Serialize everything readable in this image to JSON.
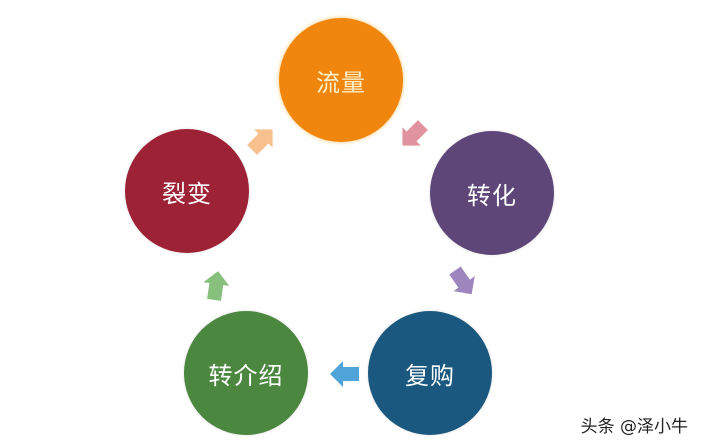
{
  "diagram": {
    "type": "cycle",
    "nodes": [
      {
        "id": "traffic",
        "label": "流量",
        "color": "#F0860E"
      },
      {
        "id": "conversion",
        "label": "转化",
        "color": "#5E4678"
      },
      {
        "id": "repurchase",
        "label": "复购",
        "color": "#1B587F"
      },
      {
        "id": "referral",
        "label": "转介绍",
        "color": "#4C8740"
      },
      {
        "id": "fission",
        "label": "裂变",
        "color": "#9E2236"
      }
    ],
    "edges": [
      {
        "from": "traffic",
        "to": "conversion",
        "color": "#E0939E"
      },
      {
        "from": "conversion",
        "to": "repurchase",
        "color": "#9D86BE"
      },
      {
        "from": "repurchase",
        "to": "referral",
        "color": "#4EA3D8"
      },
      {
        "from": "referral",
        "to": "fission",
        "color": "#86C07C"
      },
      {
        "from": "fission",
        "to": "traffic",
        "color": "#F7C08C"
      }
    ]
  },
  "watermark": "头条 @泽小牛"
}
